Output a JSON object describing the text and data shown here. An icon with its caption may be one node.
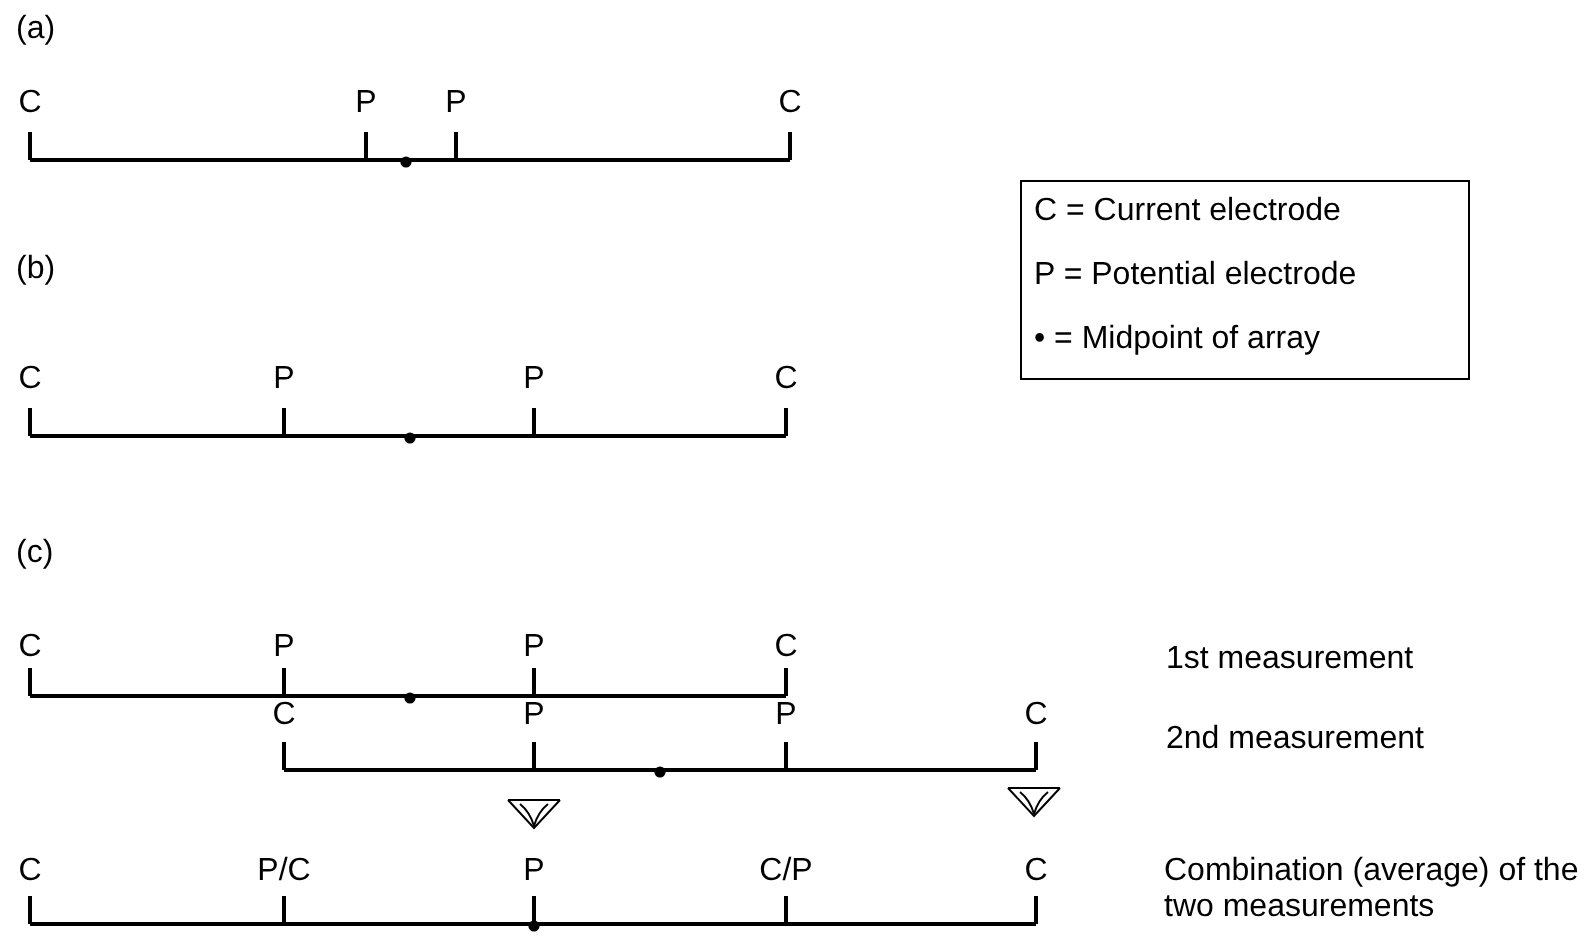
{
  "diagram": {
    "labels": [
      "(a)",
      "C",
      "P",
      "P",
      "C",
      "(b)",
      "C",
      "P",
      "P",
      "C",
      "(c)",
      "C",
      "P",
      "P",
      "C",
      "1st measurement",
      "C",
      "P",
      "P",
      "C",
      "2nd measurement",
      "C",
      "P/C",
      "P",
      "C/P",
      "C",
      "Combination (average) of the two measurements"
    ],
    "legend": [
      {
        "text": "C = Current electrode"
      },
      {
        "text": "P = Potential electrode"
      },
      {
        "text": "• = Midpoint of array"
      }
    ]
  }
}
